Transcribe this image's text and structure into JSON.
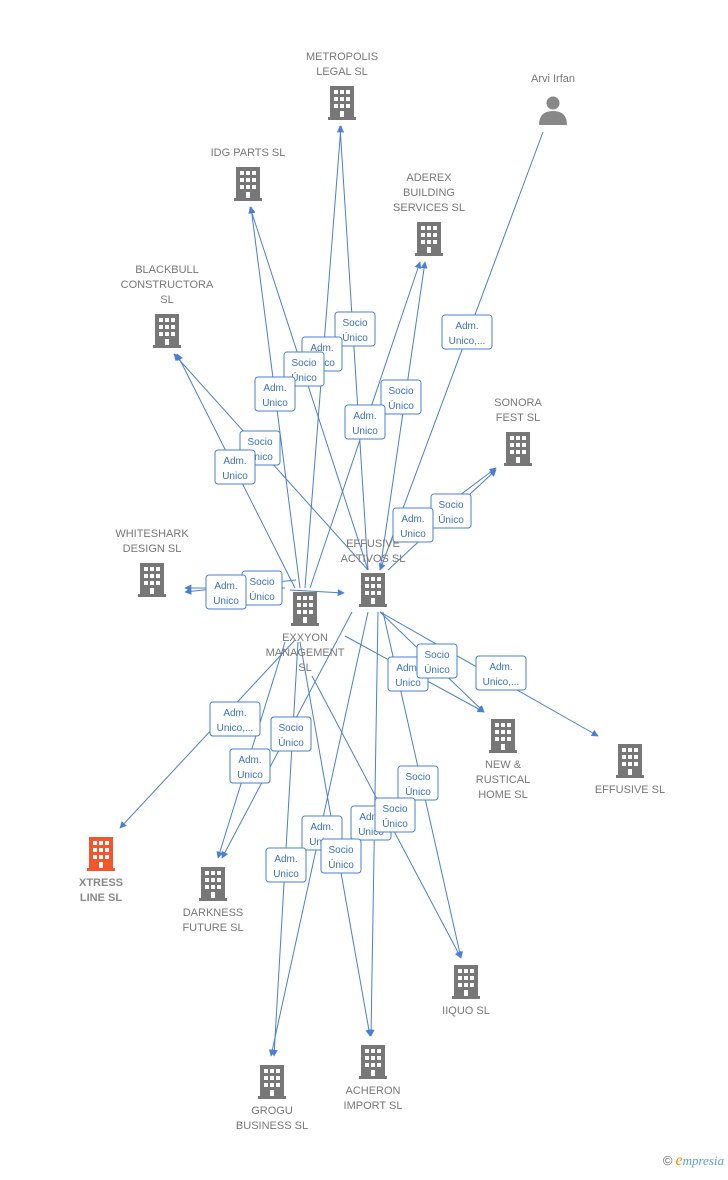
{
  "colors": {
    "edge": "#4a7fd4",
    "building": "#777777",
    "focus": "#f2562a",
    "person": "#888888"
  },
  "nodes": [
    {
      "id": "metropolis",
      "type": "company",
      "lines": [
        "METROPOLIS",
        "LEGAL  SL"
      ]
    },
    {
      "id": "arvi",
      "type": "person",
      "lines": [
        "Arvi Irfan"
      ]
    },
    {
      "id": "idg",
      "type": "company",
      "lines": [
        "IDG PARTS  SL"
      ]
    },
    {
      "id": "aderex",
      "type": "company",
      "lines": [
        "ADEREX",
        "BUILDING",
        "SERVICES  SL"
      ]
    },
    {
      "id": "blackbull",
      "type": "company",
      "lines": [
        "BLACKBULL",
        "CONSTRUCTORA",
        "SL"
      ]
    },
    {
      "id": "sonora",
      "type": "company",
      "lines": [
        "SONORA",
        "FEST  SL"
      ]
    },
    {
      "id": "whiteshark",
      "type": "company",
      "lines": [
        "WHITESHARK",
        "DESIGN  SL"
      ]
    },
    {
      "id": "effusive_activos",
      "type": "company",
      "lines": [
        "EFFUSIVE",
        "ACTIVOS  SL"
      ]
    },
    {
      "id": "exxyon",
      "type": "company",
      "lines": [
        "EXXYON",
        "MANAGEMENT",
        "SL"
      ]
    },
    {
      "id": "new_rustical",
      "type": "company",
      "lines": [
        "NEW &",
        "RUSTICAL",
        "HOME  SL"
      ]
    },
    {
      "id": "effusive",
      "type": "company",
      "lines": [
        "EFFUSIVE  SL"
      ]
    },
    {
      "id": "xtress",
      "type": "focus",
      "lines": [
        "XTRESS",
        "LINE  SL"
      ]
    },
    {
      "id": "darkness",
      "type": "company",
      "lines": [
        "DARKNESS",
        "FUTURE  SL"
      ]
    },
    {
      "id": "iiquo",
      "type": "company",
      "lines": [
        "IIQUO  SL"
      ]
    },
    {
      "id": "acheron",
      "type": "company",
      "lines": [
        "ACHERON",
        "IMPORT  SL"
      ]
    },
    {
      "id": "grogu",
      "type": "company",
      "lines": [
        "GROGU",
        "BUSINESS  SL"
      ]
    }
  ],
  "badges": [
    {
      "id": "b1",
      "lines": [
        "Socio",
        "Único"
      ]
    },
    {
      "id": "b2",
      "lines": [
        "Adm.",
        "Unico"
      ]
    },
    {
      "id": "b3",
      "lines": [
        "Socio",
        "Único"
      ]
    },
    {
      "id": "b4",
      "lines": [
        "Adm.",
        "Unico"
      ]
    },
    {
      "id": "b5",
      "lines": [
        "Adm.",
        "Unico,..."
      ]
    },
    {
      "id": "b6",
      "lines": [
        "Socio",
        "Único"
      ]
    },
    {
      "id": "b7",
      "lines": [
        "Adm.",
        "Unico"
      ]
    },
    {
      "id": "b8",
      "lines": [
        "Socio",
        "Único"
      ]
    },
    {
      "id": "b9",
      "lines": [
        "Adm.",
        "Unico"
      ]
    },
    {
      "id": "b10",
      "lines": [
        "Socio",
        "Único"
      ]
    },
    {
      "id": "b11",
      "lines": [
        "Adm.",
        "Unico"
      ]
    },
    {
      "id": "b12",
      "lines": [
        "Socio",
        "Único"
      ]
    },
    {
      "id": "b13",
      "lines": [
        "Adm.",
        "Unico"
      ]
    },
    {
      "id": "b14",
      "lines": [
        "Adm.",
        "Unico"
      ]
    },
    {
      "id": "b15",
      "lines": [
        "Socio",
        "Único"
      ]
    },
    {
      "id": "b16",
      "lines": [
        "Socio",
        "Único"
      ]
    },
    {
      "id": "b17",
      "lines": [
        "Adm.",
        "Unico"
      ]
    },
    {
      "id": "b18",
      "lines": [
        "Adm.",
        "Unico,..."
      ]
    },
    {
      "id": "b19",
      "lines": [
        "Adm.",
        "Unico,..."
      ]
    },
    {
      "id": "b20",
      "lines": [
        "Socio",
        "Único"
      ]
    },
    {
      "id": "b21",
      "lines": [
        "Adm.",
        "Unico"
      ]
    },
    {
      "id": "b22",
      "lines": [
        "Socio",
        "Único"
      ]
    },
    {
      "id": "b23",
      "lines": [
        "Adm.",
        "Unico"
      ]
    },
    {
      "id": "b24",
      "lines": [
        "Socio",
        "Único"
      ]
    },
    {
      "id": "b25",
      "lines": [
        "Adm.",
        "Unico"
      ]
    },
    {
      "id": "b26",
      "lines": [
        "Socio",
        "Único"
      ]
    },
    {
      "id": "b27",
      "lines": [
        "Adm.",
        "Unico"
      ]
    },
    {
      "id": "b28",
      "lines": [
        "Socio",
        "Único"
      ]
    },
    {
      "id": "b29",
      "lines": [
        "Adm.",
        "Unico"
      ]
    }
  ],
  "brand": {
    "copyright": "©",
    "initial": "e",
    "rest": "mpresia"
  }
}
